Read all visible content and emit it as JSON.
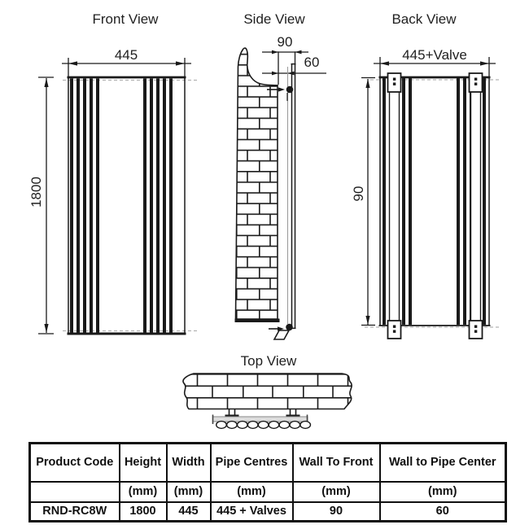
{
  "drawing": {
    "front": {
      "title": "Front View",
      "width_dim": "445",
      "height_dim": "1800"
    },
    "side": {
      "title": "Side View",
      "wall_to_front_dim": "90",
      "wall_to_pipe_dim": "60"
    },
    "back": {
      "title": "Back View",
      "width_dim": "445+Valve",
      "side_dim": "90"
    },
    "top": {
      "title": "Top View"
    }
  },
  "table": {
    "headers": [
      "Product Code",
      "Height",
      "Width",
      "Pipe Centres",
      "Wall To Front",
      "Wall to Pipe Center"
    ],
    "units": [
      "",
      "(mm)",
      "(mm)",
      "(mm)",
      "(mm)",
      "(mm)"
    ],
    "values": [
      "RND-RC8W",
      "1800",
      "445",
      "445 + Valves",
      "90",
      "60"
    ]
  },
  "colors": {
    "line": "#1a1a1a",
    "dash": "#b3b3b3",
    "slab": "#dcdcdc"
  }
}
